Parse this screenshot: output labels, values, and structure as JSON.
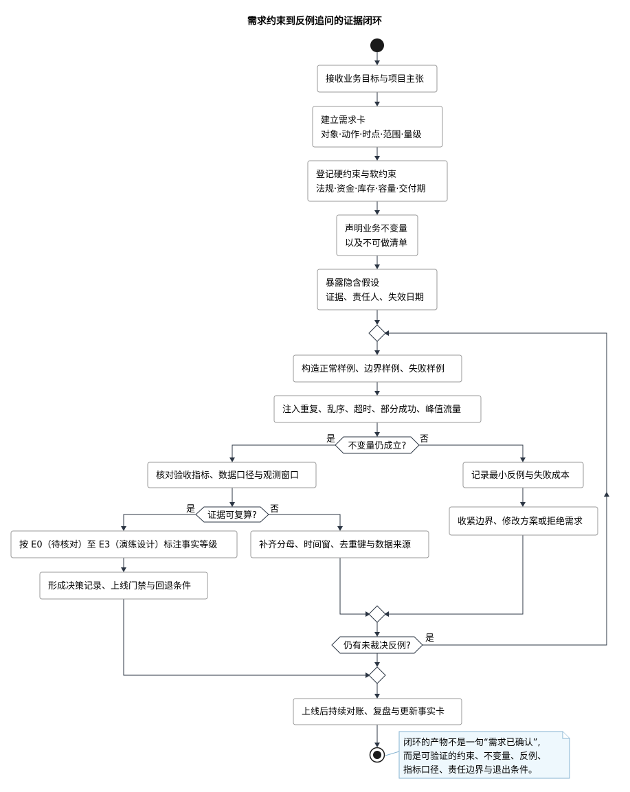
{
  "title": "需求约束到反例追问的证据闭环",
  "steps": {
    "s1": [
      "接收业务目标与项目主张"
    ],
    "s2": [
      "建立需求卡",
      "对象·动作·时点·范围·量级"
    ],
    "s3": [
      "登记硬约束与软约束",
      "法规·资金·库存·容量·交付期"
    ],
    "s4": [
      "声明业务不变量",
      "以及不可做清单"
    ],
    "s5": [
      "暴露隐含假设",
      "证据、责任人、失效日期"
    ],
    "s6": [
      "构造正常样例、边界样例、失败样例"
    ],
    "s7": [
      "注入重复、乱序、超时、部分成功、峰值流量"
    ],
    "s8": [
      "核对验收指标、数据口径与观测窗口"
    ],
    "s9": [
      "记录最小反例与失败成本"
    ],
    "s10": [
      "收紧边界、修改方案或拒绝需求"
    ],
    "s11": [
      "按 E0（待核对）至 E3（演练设计）标注事实等级"
    ],
    "s12": [
      "补齐分母、时间窗、去重键与数据来源"
    ],
    "s13": [
      "形成决策记录、上线门禁与回退条件"
    ],
    "s14": [
      "上线后持续对账、复盘与更新事实卡"
    ]
  },
  "decisions": {
    "d1": "不变量仍成立?",
    "d2": "证据可复算?",
    "d3": "仍有未裁决反例?"
  },
  "labels": {
    "d1_yes": "是",
    "d1_no": "否",
    "d2_yes": "是",
    "d2_no": "否",
    "d3_yes": "是"
  },
  "note": [
    "闭环的产物不是一句“需求已确认”,",
    "而是可验证的约束、不变量、反例、",
    "指标口径、责任边界与退出条件。"
  ]
}
